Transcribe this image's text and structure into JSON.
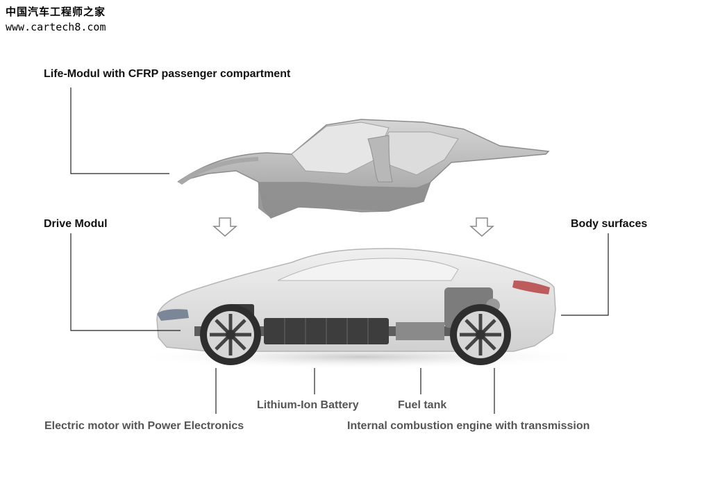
{
  "watermark": {
    "site_name_cn": "中国汽车工程师之家",
    "url": "www.cartech8.com"
  },
  "labels": {
    "life_module": "Life-Modul with CFRP passenger compartment",
    "drive_module": "Drive Modul",
    "body_surfaces": "Body surfaces",
    "battery": "Lithium-Ion Battery",
    "fuel_tank": "Fuel tank",
    "electric_motor": "Electric motor with Power Electronics",
    "combustion_engine": "Internal combustion engine with transmission"
  },
  "colors": {
    "leader_line": "#222222",
    "label_text": "#111111",
    "bottom_label_text": "#555555",
    "body_grey": "#c8c8c8"
  }
}
